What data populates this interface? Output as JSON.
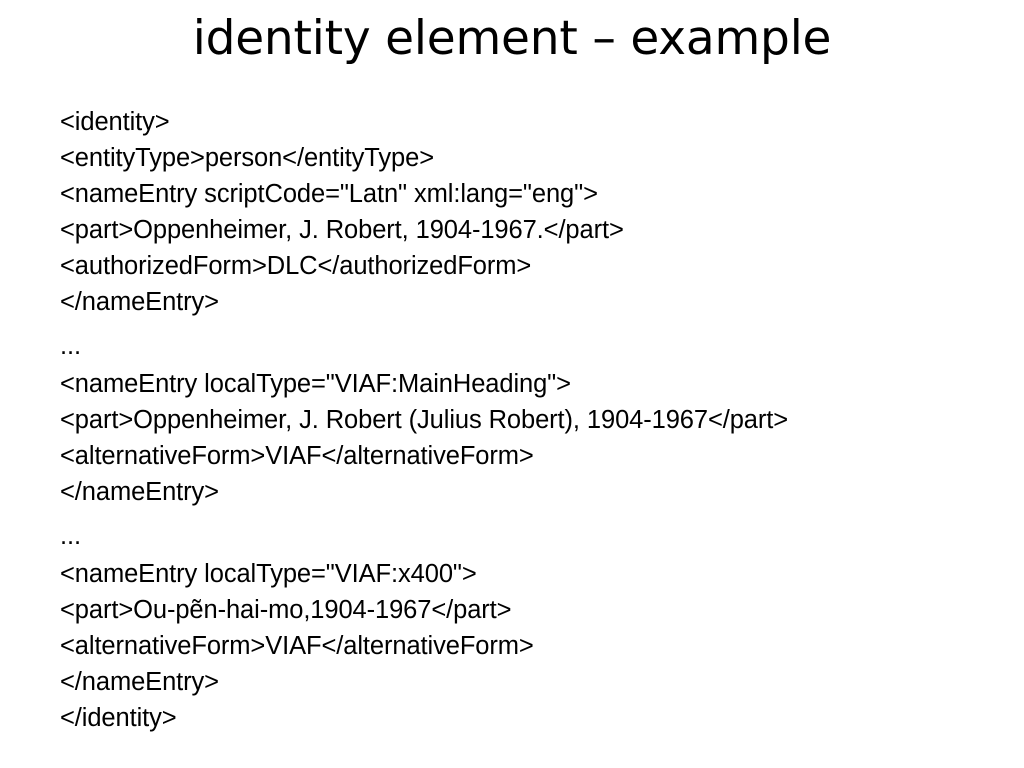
{
  "slide": {
    "title": "identity element – example",
    "background_color": "#ffffff",
    "text_color": "#000000",
    "code_lines": [
      {
        "text": "<identity>",
        "gap_before": false
      },
      {
        "text": "<entityType>person</entityType>",
        "gap_before": false
      },
      {
        "text": "<nameEntry scriptCode=\"Latn\" xml:lang=\"eng\">",
        "gap_before": false
      },
      {
        "text": "<part>Oppenheimer, J. Robert, 1904-1967.</part>",
        "gap_before": false
      },
      {
        "text": "<authorizedForm>DLC</authorizedForm>",
        "gap_before": false
      },
      {
        "text": "</nameEntry>",
        "gap_before": false
      },
      {
        "text": "...",
        "gap_before": true
      },
      {
        "text": "<nameEntry localType=\"VIAF:MainHeading\">",
        "gap_before": false
      },
      {
        "text": "<part>Oppenheimer, J. Robert (Julius Robert), 1904-1967</part>",
        "gap_before": false
      },
      {
        "text": "<alternativeForm>VIAF</alternativeForm>",
        "gap_before": false
      },
      {
        "text": "</nameEntry>",
        "gap_before": false
      },
      {
        "text": "...",
        "gap_before": true
      },
      {
        "text": "<nameEntry localType=\"VIAF:x400\">",
        "gap_before": false
      },
      {
        "text": "<part>Ou-pẽn-hai-mo,1904-1967</part>",
        "gap_before": false
      },
      {
        "text": "<alternativeForm>VIAF</alternativeForm>",
        "gap_before": false
      },
      {
        "text": "</nameEntry>",
        "gap_before": false
      },
      {
        "text": "</identity>",
        "gap_before": false
      }
    ]
  }
}
